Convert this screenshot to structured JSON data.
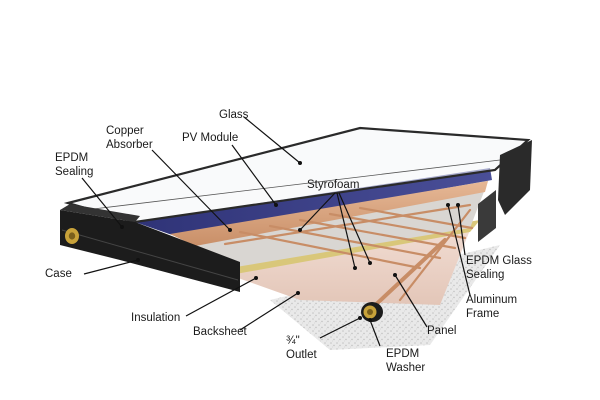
{
  "diagram": {
    "labels": {
      "glass": "Glass",
      "copper_absorber": [
        "Copper",
        "Absorber"
      ],
      "pv_module": "PV Module",
      "epdm_sealing": [
        "EPDM",
        "Sealing"
      ],
      "styrofoam": "Styrofoam",
      "case": "Case",
      "epdm_glass_sealing": [
        "EPDM Glass",
        "Sealing"
      ],
      "aluminum_frame": [
        "Aluminum",
        "Frame"
      ],
      "insulation": "Insulation",
      "backsheet": "Backsheet",
      "panel": "Panel",
      "outlet": [
        "¾\"",
        "Outlet"
      ],
      "epdm_washer": [
        "EPDM",
        "Washer"
      ]
    },
    "colors": {
      "frame": "#1c1c1c",
      "pv_module": "#3a3d82",
      "copper": "#d8a27c",
      "insulation": "#e8d0c6",
      "styrofoam": "#d9c77a",
      "glass_edge": "#2a2a2a",
      "fitting_brass": "#c8a23a"
    }
  }
}
